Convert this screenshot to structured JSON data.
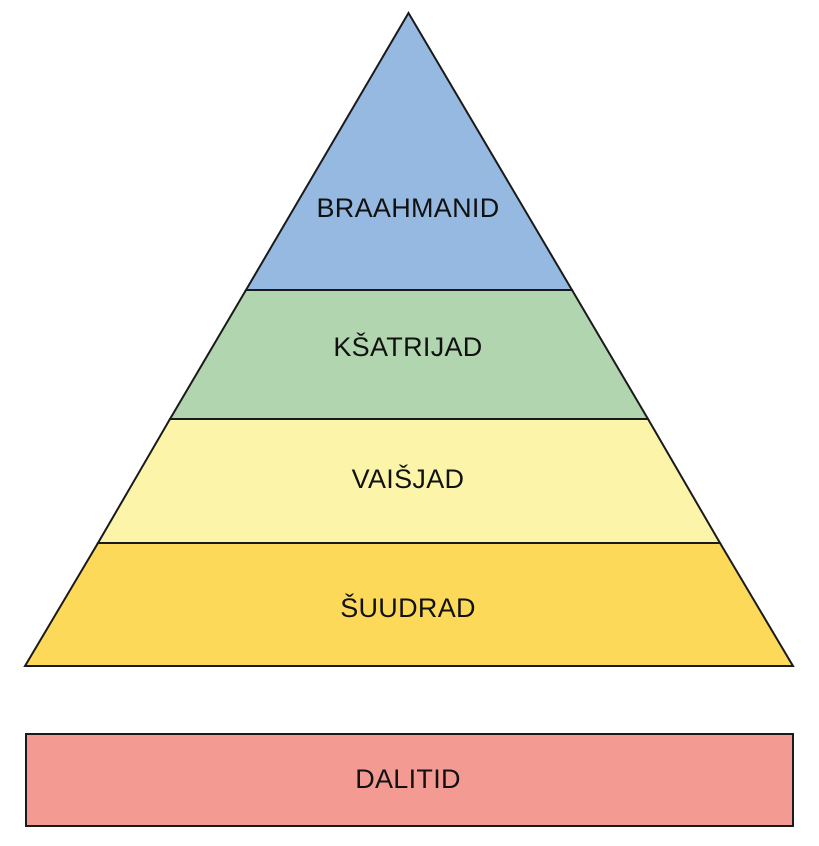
{
  "pyramid": {
    "tiers": [
      {
        "label": "BRAAHMANID",
        "color": "#95b9e0"
      },
      {
        "label": "KŠATRIJAD",
        "color": "#b1d5ae"
      },
      {
        "label": "VAIŠJAD",
        "color": "#fcf5a9"
      },
      {
        "label": "ŠUUDRAD",
        "color": "#fdd95a"
      }
    ]
  },
  "outside": {
    "label": "DALITID",
    "color": "#f39a93"
  },
  "outline_color": "#1a1a1a"
}
